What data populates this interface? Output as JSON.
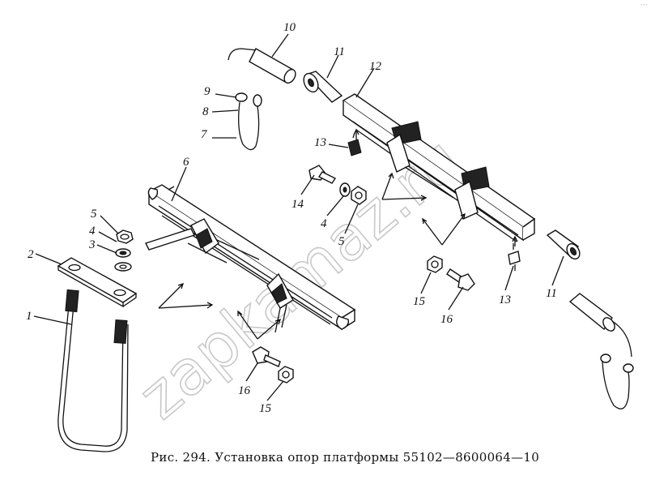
{
  "figure": {
    "caption": "Рис. 294. Установка опор платформы 55102—8600064—10",
    "watermark": "zapkamaz.ru",
    "corner_mark": "·⁻·"
  },
  "callouts": [
    {
      "id": "c1",
      "text": "1"
    },
    {
      "id": "c2",
      "text": "2"
    },
    {
      "id": "c3",
      "text": "3"
    },
    {
      "id": "c4a",
      "text": "4"
    },
    {
      "id": "c4b",
      "text": "4"
    },
    {
      "id": "c5a",
      "text": "5"
    },
    {
      "id": "c5b",
      "text": "5"
    },
    {
      "id": "c6",
      "text": "6"
    },
    {
      "id": "c7",
      "text": "7"
    },
    {
      "id": "c8",
      "text": "8"
    },
    {
      "id": "c9",
      "text": "9"
    },
    {
      "id": "c10",
      "text": "10"
    },
    {
      "id": "c11a",
      "text": "11"
    },
    {
      "id": "c11b",
      "text": "11"
    },
    {
      "id": "c12",
      "text": "12"
    },
    {
      "id": "c13a",
      "text": "13"
    },
    {
      "id": "c13b",
      "text": "13"
    },
    {
      "id": "c14",
      "text": "14"
    },
    {
      "id": "c15a",
      "text": "15"
    },
    {
      "id": "c15b",
      "text": "15"
    },
    {
      "id": "c16a",
      "text": "16"
    },
    {
      "id": "c16b",
      "text": "16"
    }
  ]
}
